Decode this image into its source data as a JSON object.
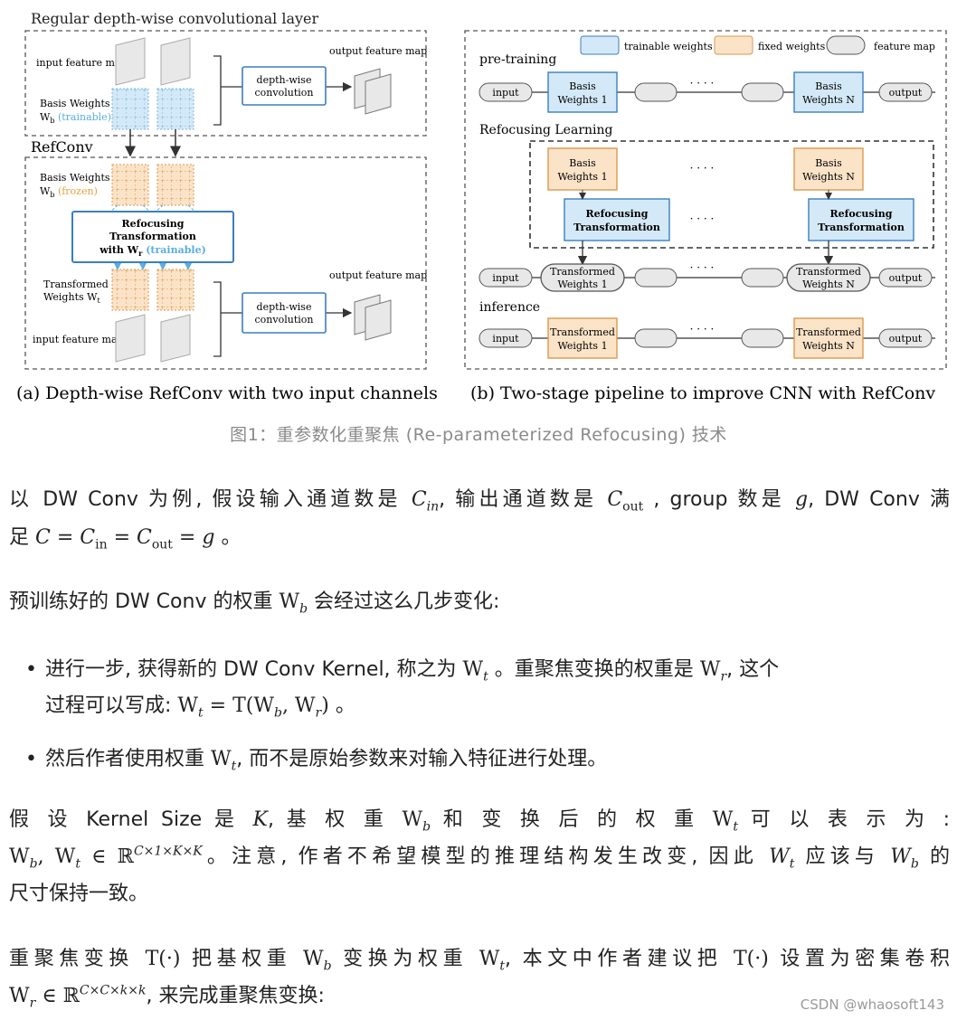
{
  "figure": {
    "panel_a": {
      "header": "Regular depth-wise convolutional layer",
      "input_feature_map": "input feature map",
      "output_feature_map": "output feature map",
      "basis_weights": "Basis Weights",
      "wb_trainable_prefix": "W",
      "wb_sub": "b",
      "trainable": "(trainable)",
      "frozen": "(frozen)",
      "dw_conv_line1": "depth-wise",
      "dw_conv_line2": "convolution",
      "refconv_label": "RefConv",
      "refocus_line1": "Refocusing",
      "refocus_line2": "Transformation",
      "refocus_line3_prefix": "with W",
      "refocus_line3_sub": "r",
      "refocus_trainable": "(trainable)",
      "transformed_line1": "Transformed",
      "transformed_line2": "Weights W",
      "transformed_sub": "t",
      "caption": "(a) Depth-wise RefConv with two input channels"
    },
    "panel_b": {
      "legend_trainable": "trainable weights",
      "legend_fixed": "fixed weights",
      "legend_feature": "feature map",
      "pretraining": "pre-training",
      "refocusing_learning": "Refocusing Learning",
      "inference": "inference",
      "input": "input",
      "output": "output",
      "basis": "Basis",
      "weights_1": "Weights 1",
      "weights_n": "Weights N",
      "refocusing": "Refocusing",
      "transformation": "Transformation",
      "transformed": "Transformed",
      "dots": "· · · ·",
      "caption": "(b) Two-stage pipeline to improve CNN with RefConv"
    },
    "colors": {
      "trainable_fill": "#d4e9f7",
      "trainable_stroke": "#3a7fc1",
      "fixed_fill": "#fbe3c8",
      "fixed_stroke": "#d99a4e",
      "feature_fill": "#e8e8e8",
      "trainable_text": "#5aaee0",
      "frozen_text": "#e3a440"
    }
  },
  "caption": "图1：重参数化重聚焦 (Re-parameterized Refocusing) 技术",
  "para1": {
    "t1": "以 DW Conv 为例, 假设输入通道数是 ",
    "m1": "C",
    "m1sub": "in",
    "t2": ", 输出通道数是 ",
    "m2": "C",
    "m2sub": "out",
    "t3": " , group 数是 ",
    "m3": "g",
    "t4": ", DW Conv 满",
    "t5": "足 ",
    "eq": "C = C",
    "eqsub1": "in",
    "eq2": " = C",
    "eqsub2": "out",
    "eq3": " = ",
    "eqg": "g",
    "t6": " 。"
  },
  "para2": {
    "t1": "预训练好的 DW Conv 的权重 ",
    "w": "W",
    "wsub": "b",
    "t2": " 会经过这么几步变化:"
  },
  "bullet1": {
    "t1": "进行一步, 获得新的 DW Conv Kernel, 称之为 ",
    "w1": "W",
    "w1sub": "t",
    "t2": " 。重聚焦变换的权重是 ",
    "w2": "W",
    "w2sub": "r",
    "t3": ", 这个",
    "t4": "过程可以写成: ",
    "f1": "W",
    "f1sub": "t",
    "f2": " = T(W",
    "f2sub": "b",
    "f3": ", W",
    "f3sub": "r",
    "f4": ")",
    "t5": " 。"
  },
  "bullet2": {
    "t1": "然后作者使用权重 ",
    "w": "W",
    "wsub": "t",
    "t2": ", 而不是原始参数来对输入特征进行处理。"
  },
  "para3": {
    "line1_a": "假 设  Kernel Size 是  ",
    "k": "K",
    "line1_b": ", 基 权 重  ",
    "w1": "W",
    "w1sub": "b",
    "line1_c": " 和 变 换 后 的 权 重  ",
    "w2": "W",
    "w2sub": "t",
    "line1_d": " 可 以 表 示 为 :",
    "l2_w1": "W",
    "l2_w1sub": "b",
    "l2_comma": ", W",
    "l2_w2sub": "t",
    "l2_in": " ∈ ℝ",
    "l2_sup": "C×1×K×K",
    "l2_t1": "。注意, 作者不希望模型的推理结构发生改变, 因此 ",
    "l2_w3": "W",
    "l2_w3sub": "t",
    "l2_t2": " 应该与 ",
    "l2_w4": "W",
    "l2_w4sub": "b",
    "l2_t3": " 的",
    "line3": "尺寸保持一致。"
  },
  "para4": {
    "t1": "重聚焦变换 ",
    "f1": "T(·)",
    "t2": " 把基权重 ",
    "w1": "W",
    "w1sub": "b",
    "t3": " 变换为权重 ",
    "w2": "W",
    "w2sub": "t",
    "t4": ", 本文中作者建议把 ",
    "f2": "T(·)",
    "t5": " 设置为密集卷积",
    "l2_w": "W",
    "l2_wsub": "r",
    "l2_in": " ∈ ℝ",
    "l2_sup": "C×C×k×k",
    "l2_t": ", 来完成重聚焦变换:"
  },
  "watermark": "CSDN @whaosoft143"
}
